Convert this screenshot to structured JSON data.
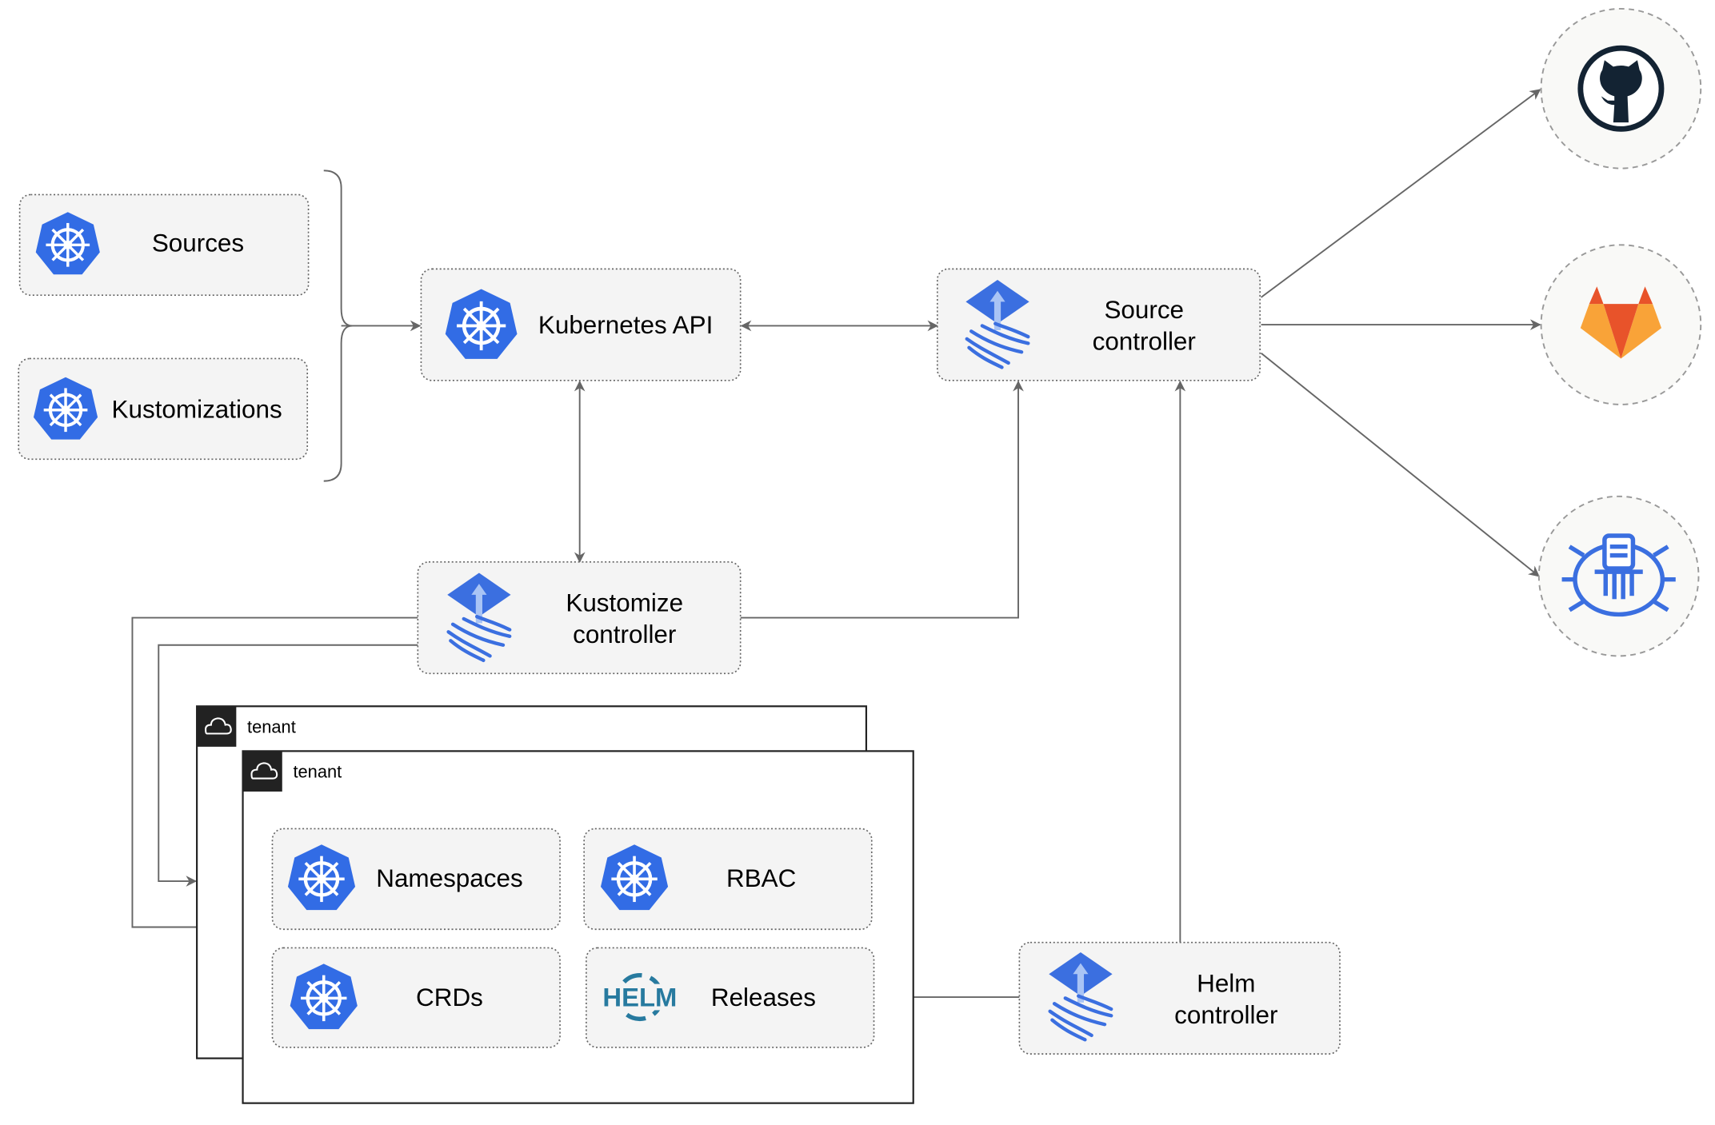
{
  "nodes": {
    "sources": "Sources",
    "kustomizations": "Kustomizations",
    "kubernetes_api": "Kubernetes API",
    "source_controller": [
      "Source",
      "controller"
    ],
    "kustomize_controller": [
      "Kustomize",
      "controller"
    ],
    "helm_controller": [
      "Helm",
      "controller"
    ],
    "namespaces": "Namespaces",
    "rbac": "RBAC",
    "crds": "CRDs",
    "releases": "Releases"
  },
  "tenants": [
    "tenant",
    "tenant"
  ],
  "helm_logo_text": "HELM",
  "external_sources": [
    "github-icon",
    "gitlab-icon",
    "bucket-icon"
  ],
  "colors": {
    "kubernetes_blue": "#326ce5",
    "flux_blue": "#3b6fe0",
    "github_dark": "#132333",
    "gitlab_orange": "#e8532a",
    "gitlab_yellow": "#f9a338",
    "helm_blue": "#277a9f"
  }
}
